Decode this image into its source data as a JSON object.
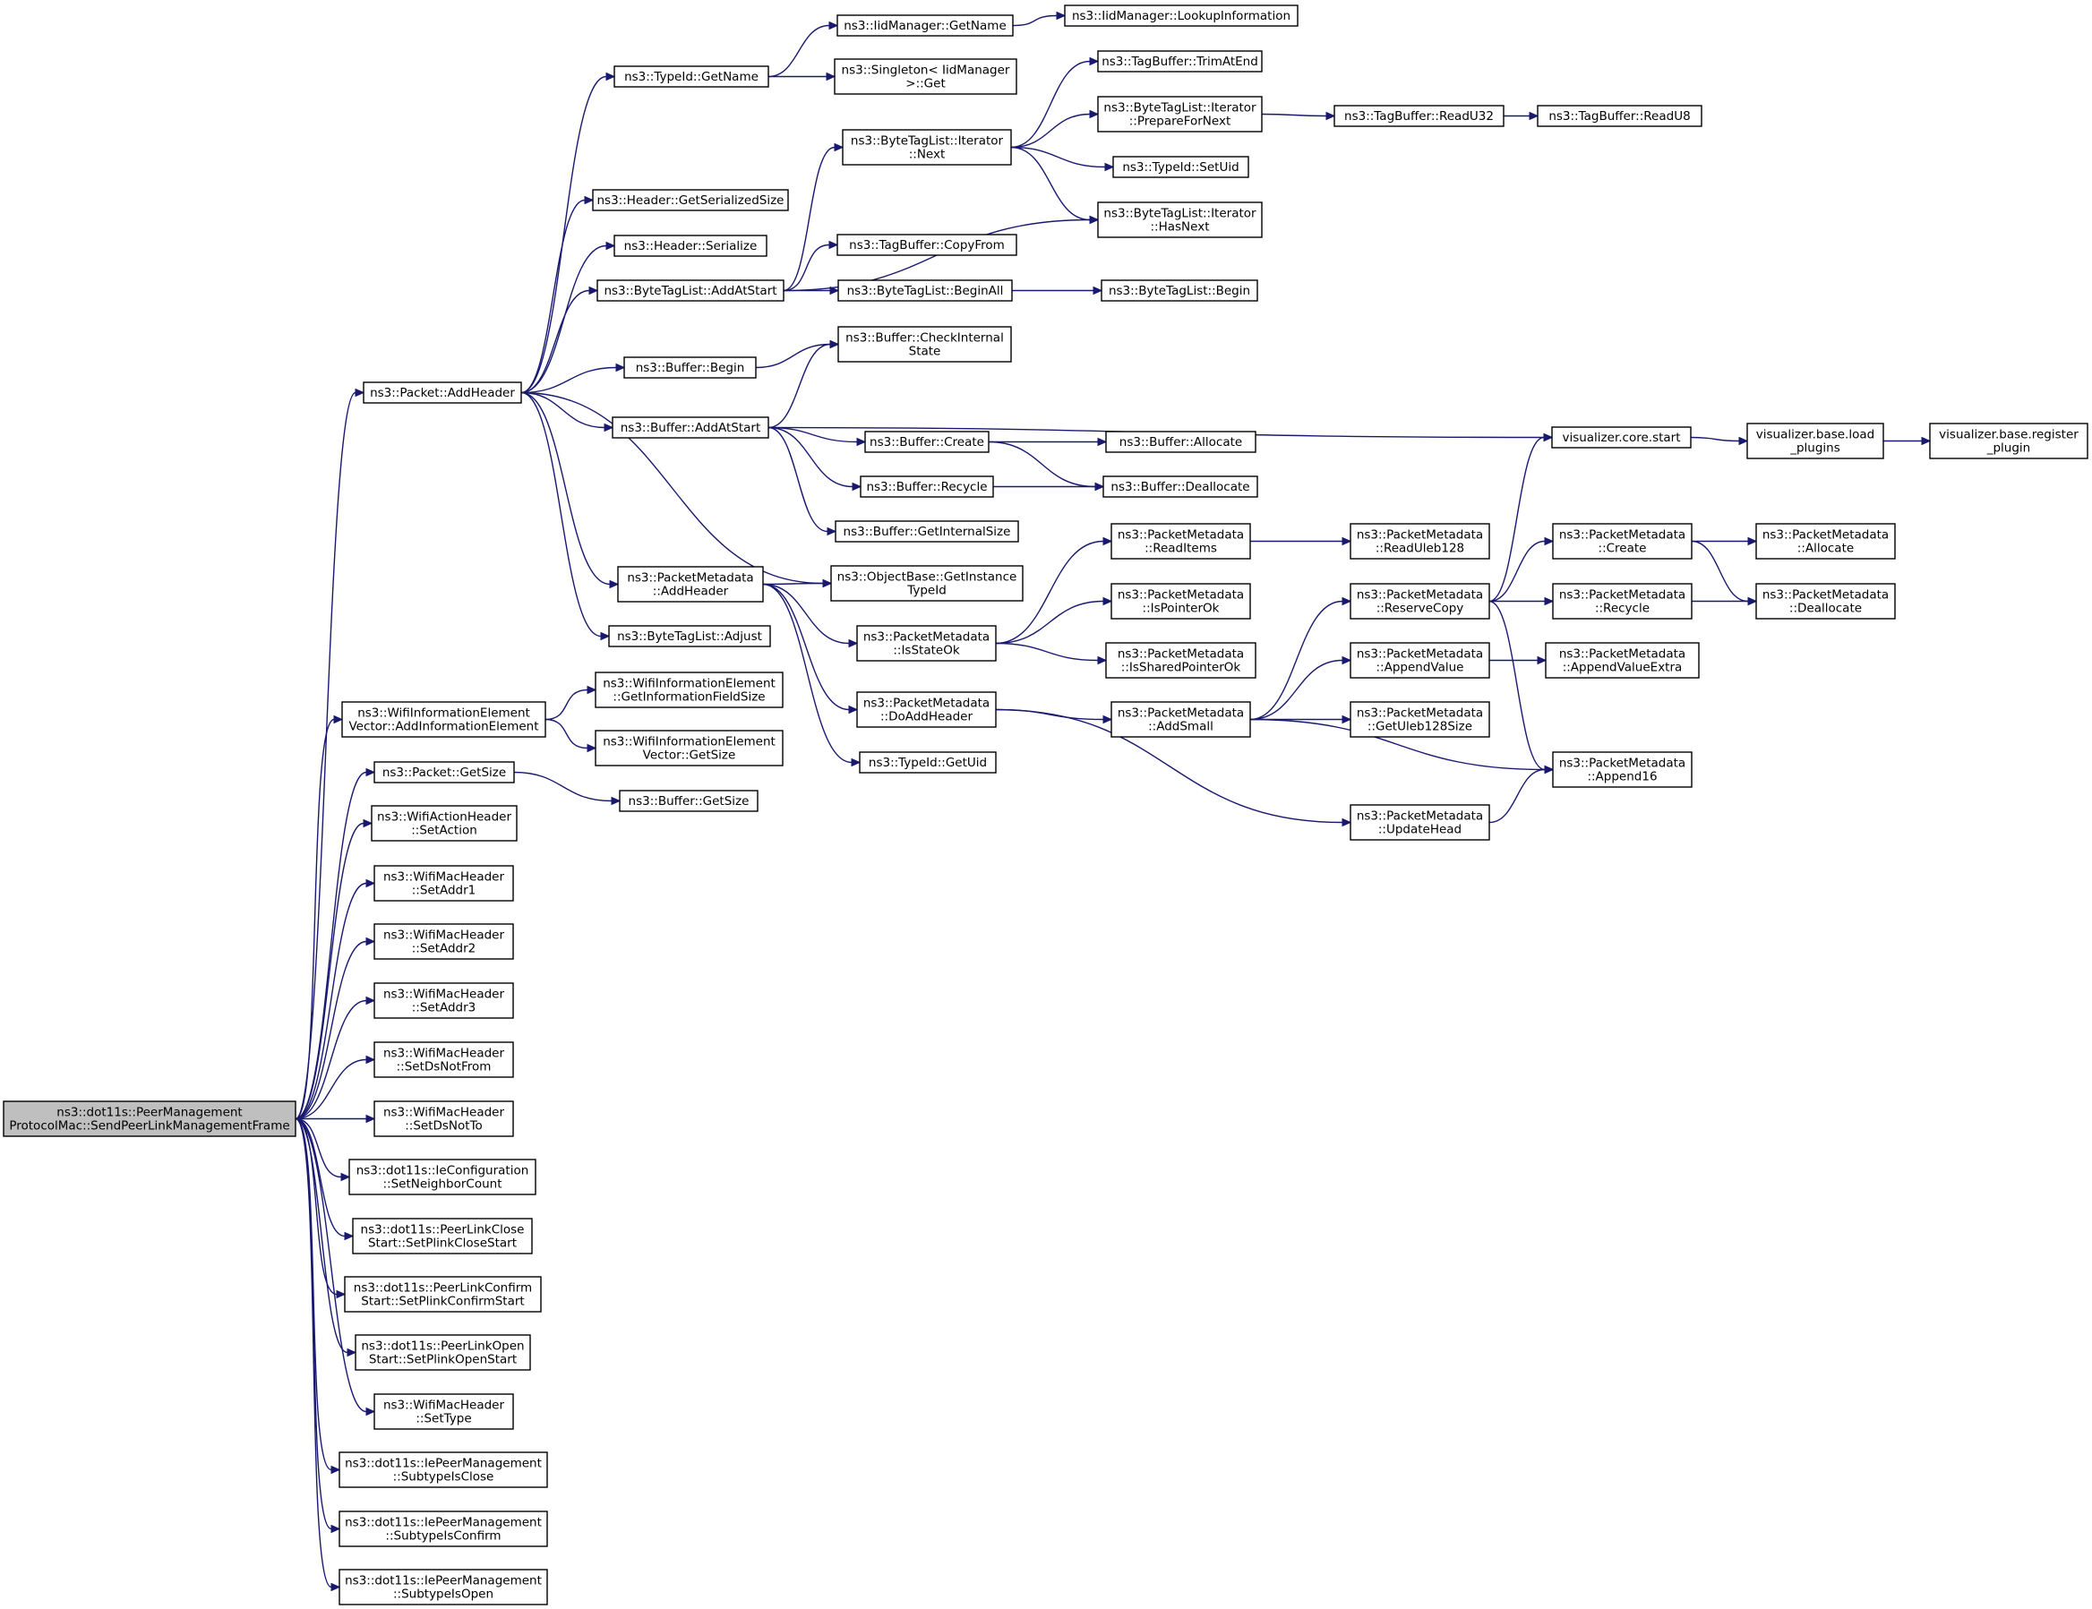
{
  "diagram": {
    "type": "call-graph",
    "colors": {
      "edge": "#191970",
      "node_border": "#000000",
      "root_fill": "#bfbfbf",
      "node_fill": "#ffffff"
    },
    "nodes": [
      {
        "id": "root",
        "lines": [
          "ns3::dot11s::PeerManagement",
          "ProtocolMac::SendPeerLinkManagementFrame"
        ],
        "root": true
      },
      {
        "id": "addHeader",
        "lines": [
          "ns3::Packet::AddHeader"
        ]
      },
      {
        "id": "addInfoElem",
        "lines": [
          "ns3::WifiInformationElement",
          "Vector::AddInformationElement"
        ]
      },
      {
        "id": "pktGetSize",
        "lines": [
          "ns3::Packet::GetSize"
        ]
      },
      {
        "id": "setAction",
        "lines": [
          "ns3::WifiActionHeader",
          "::SetAction"
        ]
      },
      {
        "id": "setAddr1",
        "lines": [
          "ns3::WifiMacHeader",
          "::SetAddr1"
        ]
      },
      {
        "id": "setAddr2",
        "lines": [
          "ns3::WifiMacHeader",
          "::SetAddr2"
        ]
      },
      {
        "id": "setAddr3",
        "lines": [
          "ns3::WifiMacHeader",
          "::SetAddr3"
        ]
      },
      {
        "id": "setDsNotFrom",
        "lines": [
          "ns3::WifiMacHeader",
          "::SetDsNotFrom"
        ]
      },
      {
        "id": "setDsNotTo",
        "lines": [
          "ns3::WifiMacHeader",
          "::SetDsNotTo"
        ]
      },
      {
        "id": "setNeighborCount",
        "lines": [
          "ns3::dot11s::IeConfiguration",
          "::SetNeighborCount"
        ]
      },
      {
        "id": "setPlinkClose",
        "lines": [
          "ns3::dot11s::PeerLinkClose",
          "Start::SetPlinkCloseStart"
        ]
      },
      {
        "id": "setPlinkConfirm",
        "lines": [
          "ns3::dot11s::PeerLinkConfirm",
          "Start::SetPlinkConfirmStart"
        ]
      },
      {
        "id": "setPlinkOpen",
        "lines": [
          "ns3::dot11s::PeerLinkOpen",
          "Start::SetPlinkOpenStart"
        ]
      },
      {
        "id": "setType",
        "lines": [
          "ns3::WifiMacHeader",
          "::SetType"
        ]
      },
      {
        "id": "subClose",
        "lines": [
          "ns3::dot11s::IePeerManagement",
          "::SubtypeIsClose"
        ]
      },
      {
        "id": "subConfirm",
        "lines": [
          "ns3::dot11s::IePeerManagement",
          "::SubtypeIsConfirm"
        ]
      },
      {
        "id": "subOpen",
        "lines": [
          "ns3::dot11s::IePeerManagement",
          "::SubtypeIsOpen"
        ]
      },
      {
        "id": "typeGetName",
        "lines": [
          "ns3::TypeId::GetName"
        ]
      },
      {
        "id": "hdrGetSerSize",
        "lines": [
          "ns3::Header::GetSerializedSize"
        ]
      },
      {
        "id": "hdrSerialize",
        "lines": [
          "ns3::Header::Serialize"
        ]
      },
      {
        "id": "btlAddAtStart",
        "lines": [
          "ns3::ByteTagList::AddAtStart"
        ]
      },
      {
        "id": "bufBegin",
        "lines": [
          "ns3::Buffer::Begin"
        ]
      },
      {
        "id": "bufAddAtStart",
        "lines": [
          "ns3::Buffer::AddAtStart"
        ]
      },
      {
        "id": "pmAddHeader",
        "lines": [
          "ns3::PacketMetadata",
          "::AddHeader"
        ]
      },
      {
        "id": "btlAdjust",
        "lines": [
          "ns3::ByteTagList::Adjust"
        ]
      },
      {
        "id": "wieGetInfoField",
        "lines": [
          "ns3::WifiInformationElement",
          "::GetInformationFieldSize"
        ]
      },
      {
        "id": "wievGetSize",
        "lines": [
          "ns3::WifiInformationElement",
          "Vector::GetSize"
        ]
      },
      {
        "id": "bufGetSize",
        "lines": [
          "ns3::Buffer::GetSize"
        ]
      },
      {
        "id": "iidGetName",
        "lines": [
          "ns3::IidManager::GetName"
        ]
      },
      {
        "id": "singletonGet",
        "lines": [
          "ns3::Singleton< IidManager",
          " >::Get"
        ]
      },
      {
        "id": "iidLookup",
        "lines": [
          "ns3::IidManager::LookupInformation"
        ]
      },
      {
        "id": "btlIterNext",
        "lines": [
          "ns3::ByteTagList::Iterator",
          "::Next"
        ]
      },
      {
        "id": "tbCopyFrom",
        "lines": [
          "ns3::TagBuffer::CopyFrom"
        ]
      },
      {
        "id": "btlBeginAll",
        "lines": [
          "ns3::ByteTagList::BeginAll"
        ]
      },
      {
        "id": "btlBegin",
        "lines": [
          "ns3::ByteTagList::Begin"
        ]
      },
      {
        "id": "tbTrimAtEnd",
        "lines": [
          "ns3::TagBuffer::TrimAtEnd"
        ]
      },
      {
        "id": "btlIterPrepare",
        "lines": [
          "ns3::ByteTagList::Iterator",
          "::PrepareForNext"
        ]
      },
      {
        "id": "typeSetUid",
        "lines": [
          "ns3::TypeId::SetUid"
        ]
      },
      {
        "id": "btlIterHasNext",
        "lines": [
          "ns3::ByteTagList::Iterator",
          "::HasNext"
        ]
      },
      {
        "id": "tbReadU32",
        "lines": [
          "ns3::TagBuffer::ReadU32"
        ]
      },
      {
        "id": "tbReadU8",
        "lines": [
          "ns3::TagBuffer::ReadU8"
        ]
      },
      {
        "id": "bufCheckInternal",
        "lines": [
          "ns3::Buffer::CheckInternal",
          "State"
        ]
      },
      {
        "id": "bufCreate",
        "lines": [
          "ns3::Buffer::Create"
        ]
      },
      {
        "id": "bufRecycle",
        "lines": [
          "ns3::Buffer::Recycle"
        ]
      },
      {
        "id": "bufGetInternalSize",
        "lines": [
          "ns3::Buffer::GetInternalSize"
        ]
      },
      {
        "id": "bufAllocate",
        "lines": [
          "ns3::Buffer::Allocate"
        ]
      },
      {
        "id": "bufDeallocate",
        "lines": [
          "ns3::Buffer::Deallocate"
        ]
      },
      {
        "id": "vizStart",
        "lines": [
          "visualizer.core.start"
        ]
      },
      {
        "id": "vizLoad",
        "lines": [
          "visualizer.base.load",
          "_plugins"
        ]
      },
      {
        "id": "vizRegister",
        "lines": [
          "visualizer.base.register",
          "_plugin"
        ]
      },
      {
        "id": "objGetInstance",
        "lines": [
          "ns3::ObjectBase::GetInstance",
          "TypeId"
        ]
      },
      {
        "id": "pmIsStateOk",
        "lines": [
          "ns3::PacketMetadata",
          "::IsStateOk"
        ]
      },
      {
        "id": "pmDoAddHeader",
        "lines": [
          "ns3::PacketMetadata",
          "::DoAddHeader"
        ]
      },
      {
        "id": "typeGetUid",
        "lines": [
          "ns3::TypeId::GetUid"
        ]
      },
      {
        "id": "pmReadItems",
        "lines": [
          "ns3::PacketMetadata",
          "::ReadItems"
        ]
      },
      {
        "id": "pmIsPointerOk",
        "lines": [
          "ns3::PacketMetadata",
          "::IsPointerOk"
        ]
      },
      {
        "id": "pmIsSharedPointerOk",
        "lines": [
          "ns3::PacketMetadata",
          "::IsSharedPointerOk"
        ]
      },
      {
        "id": "pmAddSmall",
        "lines": [
          "ns3::PacketMetadata",
          "::AddSmall"
        ]
      },
      {
        "id": "pmReadUleb128",
        "lines": [
          "ns3::PacketMetadata",
          "::ReadUleb128"
        ]
      },
      {
        "id": "pmReserveCopy",
        "lines": [
          "ns3::PacketMetadata",
          "::ReserveCopy"
        ]
      },
      {
        "id": "pmAppendValue",
        "lines": [
          "ns3::PacketMetadata",
          "::AppendValue"
        ]
      },
      {
        "id": "pmGetUleb128Size",
        "lines": [
          "ns3::PacketMetadata",
          "::GetUleb128Size"
        ]
      },
      {
        "id": "pmUpdateHead",
        "lines": [
          "ns3::PacketMetadata",
          "::UpdateHead"
        ]
      },
      {
        "id": "pmCreate",
        "lines": [
          "ns3::PacketMetadata",
          "::Create"
        ]
      },
      {
        "id": "pmRecycle",
        "lines": [
          "ns3::PacketMetadata",
          "::Recycle"
        ]
      },
      {
        "id": "pmAppendValueExtra",
        "lines": [
          "ns3::PacketMetadata",
          "::AppendValueExtra"
        ]
      },
      {
        "id": "pmAppend16",
        "lines": [
          "ns3::PacketMetadata",
          "::Append16"
        ]
      },
      {
        "id": "pmAllocate",
        "lines": [
          "ns3::PacketMetadata",
          "::Allocate"
        ]
      },
      {
        "id": "pmDeallocate",
        "lines": [
          "ns3::PacketMetadata",
          "::Deallocate"
        ]
      }
    ],
    "edges": [
      [
        "root",
        "addHeader"
      ],
      [
        "root",
        "addInfoElem"
      ],
      [
        "root",
        "pktGetSize"
      ],
      [
        "root",
        "setAction"
      ],
      [
        "root",
        "setAddr1"
      ],
      [
        "root",
        "setAddr2"
      ],
      [
        "root",
        "setAddr3"
      ],
      [
        "root",
        "setDsNotFrom"
      ],
      [
        "root",
        "setDsNotTo"
      ],
      [
        "root",
        "setNeighborCount"
      ],
      [
        "root",
        "setPlinkClose"
      ],
      [
        "root",
        "setPlinkConfirm"
      ],
      [
        "root",
        "setPlinkOpen"
      ],
      [
        "root",
        "setType"
      ],
      [
        "root",
        "subClose"
      ],
      [
        "root",
        "subConfirm"
      ],
      [
        "root",
        "subOpen"
      ],
      [
        "addHeader",
        "typeGetName"
      ],
      [
        "addHeader",
        "hdrGetSerSize"
      ],
      [
        "addHeader",
        "hdrSerialize"
      ],
      [
        "addHeader",
        "btlAddAtStart"
      ],
      [
        "addHeader",
        "bufBegin"
      ],
      [
        "addHeader",
        "bufAddAtStart"
      ],
      [
        "addHeader",
        "pmAddHeader"
      ],
      [
        "addHeader",
        "btlAdjust"
      ],
      [
        "addHeader",
        "objGetInstance"
      ],
      [
        "addInfoElem",
        "wieGetInfoField"
      ],
      [
        "addInfoElem",
        "wievGetSize"
      ],
      [
        "pktGetSize",
        "bufGetSize"
      ],
      [
        "typeGetName",
        "iidGetName"
      ],
      [
        "typeGetName",
        "singletonGet"
      ],
      [
        "iidGetName",
        "iidLookup"
      ],
      [
        "btlAddAtStart",
        "btlIterNext"
      ],
      [
        "btlAddAtStart",
        "tbCopyFrom"
      ],
      [
        "btlAddAtStart",
        "btlBeginAll"
      ],
      [
        "btlAddAtStart",
        "btlIterHasNext"
      ],
      [
        "btlBeginAll",
        "btlBegin"
      ],
      [
        "btlIterNext",
        "tbTrimAtEnd"
      ],
      [
        "btlIterNext",
        "btlIterPrepare"
      ],
      [
        "btlIterNext",
        "typeSetUid"
      ],
      [
        "btlIterNext",
        "btlIterHasNext"
      ],
      [
        "btlIterPrepare",
        "tbReadU32"
      ],
      [
        "tbReadU32",
        "tbReadU8"
      ],
      [
        "bufBegin",
        "bufCheckInternal"
      ],
      [
        "bufAddAtStart",
        "bufCheckInternal"
      ],
      [
        "bufAddAtStart",
        "vizStart"
      ],
      [
        "bufAddAtStart",
        "bufCreate"
      ],
      [
        "bufAddAtStart",
        "bufRecycle"
      ],
      [
        "bufAddAtStart",
        "bufGetInternalSize"
      ],
      [
        "bufCreate",
        "bufAllocate"
      ],
      [
        "bufCreate",
        "bufDeallocate"
      ],
      [
        "bufRecycle",
        "bufDeallocate"
      ],
      [
        "vizStart",
        "vizLoad"
      ],
      [
        "vizLoad",
        "vizRegister"
      ],
      [
        "pmAddHeader",
        "objGetInstance"
      ],
      [
        "pmAddHeader",
        "pmIsStateOk"
      ],
      [
        "pmAddHeader",
        "pmDoAddHeader"
      ],
      [
        "pmAddHeader",
        "typeGetUid"
      ],
      [
        "pmIsStateOk",
        "pmReadItems"
      ],
      [
        "pmIsStateOk",
        "pmIsPointerOk"
      ],
      [
        "pmIsStateOk",
        "pmIsSharedPointerOk"
      ],
      [
        "pmReadItems",
        "pmReadUleb128"
      ],
      [
        "pmDoAddHeader",
        "pmAddSmall"
      ],
      [
        "pmDoAddHeader",
        "pmUpdateHead"
      ],
      [
        "pmAddSmall",
        "pmReserveCopy"
      ],
      [
        "pmAddSmall",
        "pmAppendValue"
      ],
      [
        "pmAddSmall",
        "pmGetUleb128Size"
      ],
      [
        "pmAddSmall",
        "pmAppend16"
      ],
      [
        "pmReserveCopy",
        "vizStart"
      ],
      [
        "pmReserveCopy",
        "pmCreate"
      ],
      [
        "pmReserveCopy",
        "pmRecycle"
      ],
      [
        "pmReserveCopy",
        "pmAppend16"
      ],
      [
        "pmAppendValue",
        "pmAppendValueExtra"
      ],
      [
        "pmUpdateHead",
        "pmAppend16"
      ],
      [
        "pmCreate",
        "pmAllocate"
      ],
      [
        "pmCreate",
        "pmDeallocate"
      ],
      [
        "pmRecycle",
        "pmDeallocate"
      ]
    ]
  }
}
